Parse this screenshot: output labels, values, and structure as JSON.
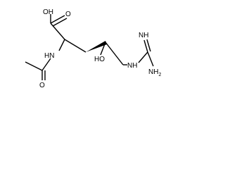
{
  "atoms": {
    "carboxyl_oh": "OH",
    "carboxyl_o": "O",
    "amide_nh": "HN",
    "amide_o": "O",
    "hydroxyl": "HO",
    "guanidine_nh_link": "NH",
    "guanidine_imine": "NH",
    "guanidine_nh2": "NH",
    "nh2_subscript": "2"
  }
}
